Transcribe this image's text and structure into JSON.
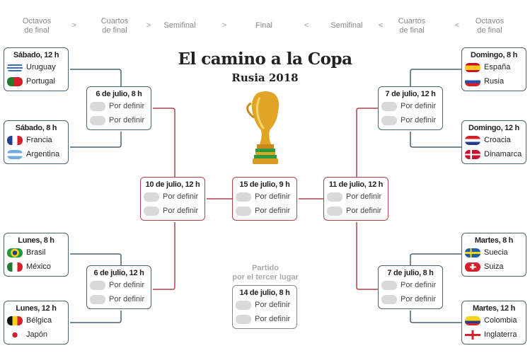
{
  "header": {
    "stages_left": [
      "Octavos\nde final",
      "Cuartos\nde final",
      "Semifinal",
      "Final"
    ],
    "stages_right": [
      "Semifinal",
      "Cuartos\nde final",
      "Octavos\nde final"
    ],
    "arrow_right": ">",
    "arrow_left": "<"
  },
  "title": "El camino a la Copa",
  "subtitle": "Rusia 2018",
  "third_place_label": "Partido\npor el tercer lugar",
  "tbd": "Por definir",
  "colors": {
    "round16_line": "#4a6470",
    "later_line": "#b5404a",
    "stage_text": "#888888"
  },
  "trophy_icon": "world-cup-trophy-icon",
  "matches": {
    "l1": {
      "date": "Sábado, 12 h",
      "teams": [
        {
          "name": "Uruguay",
          "flag": "uruguay"
        },
        {
          "name": "Portugal",
          "flag": "portugal"
        }
      ]
    },
    "l2": {
      "date": "Sábado, 8 h",
      "teams": [
        {
          "name": "Francia",
          "flag": "france"
        },
        {
          "name": "Argentina",
          "flag": "argentina"
        }
      ]
    },
    "l3": {
      "date": "Lunes, 8 h",
      "teams": [
        {
          "name": "Brasil",
          "flag": "brazil"
        },
        {
          "name": "México",
          "flag": "mexico"
        }
      ]
    },
    "l4": {
      "date": "Lunes, 12 h",
      "teams": [
        {
          "name": "Bélgica",
          "flag": "belgium"
        },
        {
          "name": "Japón",
          "flag": "japan"
        }
      ]
    },
    "r1": {
      "date": "Domingo, 8 h",
      "teams": [
        {
          "name": "España",
          "flag": "spain"
        },
        {
          "name": "Rusia",
          "flag": "russia"
        }
      ]
    },
    "r2": {
      "date": "Domingo, 12 h",
      "teams": [
        {
          "name": "Croacia",
          "flag": "croatia"
        },
        {
          "name": "Dinamarca",
          "flag": "denmark"
        }
      ]
    },
    "r3": {
      "date": "Martes, 8 h",
      "teams": [
        {
          "name": "Suecia",
          "flag": "sweden"
        },
        {
          "name": "Suiza",
          "flag": "switzerland"
        }
      ]
    },
    "r4": {
      "date": "Martes, 12 h",
      "teams": [
        {
          "name": "Colombia",
          "flag": "colombia"
        },
        {
          "name": "Inglaterra",
          "flag": "england"
        }
      ]
    },
    "qf_l_top": {
      "date": "6 de julio, 8 h"
    },
    "qf_l_bot": {
      "date": "6 de julio, 12 h"
    },
    "qf_r_top": {
      "date": "7 de julio, 12 h"
    },
    "qf_r_bot": {
      "date": "7 de julio, 8 h"
    },
    "sf_l": {
      "date": "10 de julio, 12 h"
    },
    "sf_r": {
      "date": "11 de julio, 12 h"
    },
    "final": {
      "date": "15 de julio, 9 h"
    },
    "third": {
      "date": "14 de julio, 8 h"
    }
  }
}
